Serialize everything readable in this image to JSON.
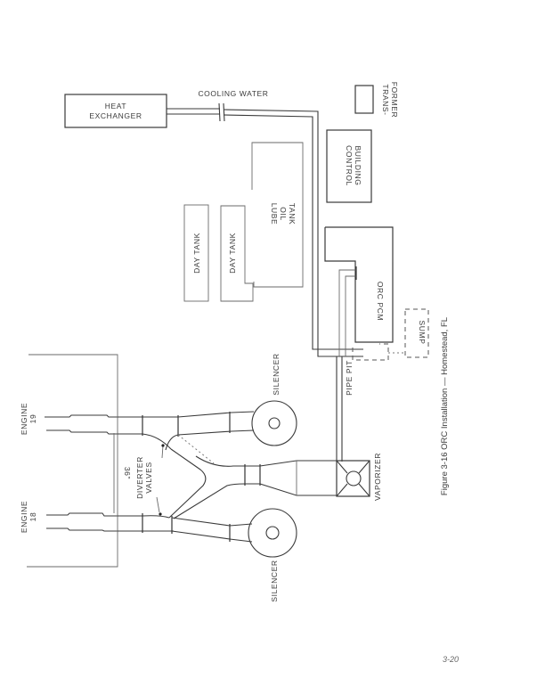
{
  "figure": {
    "caption": "Figure 3-16  ORC Installation — Homestead, FL",
    "page_number": "3-20"
  },
  "labels": {
    "heat_exchanger": [
      "HEAT",
      "EXCHANGER"
    ],
    "cooling_water": "COOLING WATER",
    "transformer": [
      "TRANS-",
      "FORMER"
    ],
    "control_building": [
      "CONTROL",
      "BUILDING"
    ],
    "lube_oil_tank": [
      "LUBE",
      "OIL",
      "TANK"
    ],
    "day_tank_1": "DAY TANK",
    "day_tank_2": "DAY TANK",
    "orc_pcm": "ORC PCM",
    "sump": "SUMP",
    "pipe_pit": "PIPE PIT",
    "silencer_upper": "SILENCER",
    "silencer_lower": "SILENCER",
    "engine_19": [
      "ENGINE",
      "19"
    ],
    "engine_18": [
      "ENGINE",
      "18"
    ],
    "diverter_valves": [
      "DIVERTER",
      "VALVES"
    ],
    "dimension_36": "36\"",
    "vaporizer": "VAPORIZER"
  },
  "colors": {
    "line": "#3a3a3a",
    "background": "#ffffff"
  }
}
